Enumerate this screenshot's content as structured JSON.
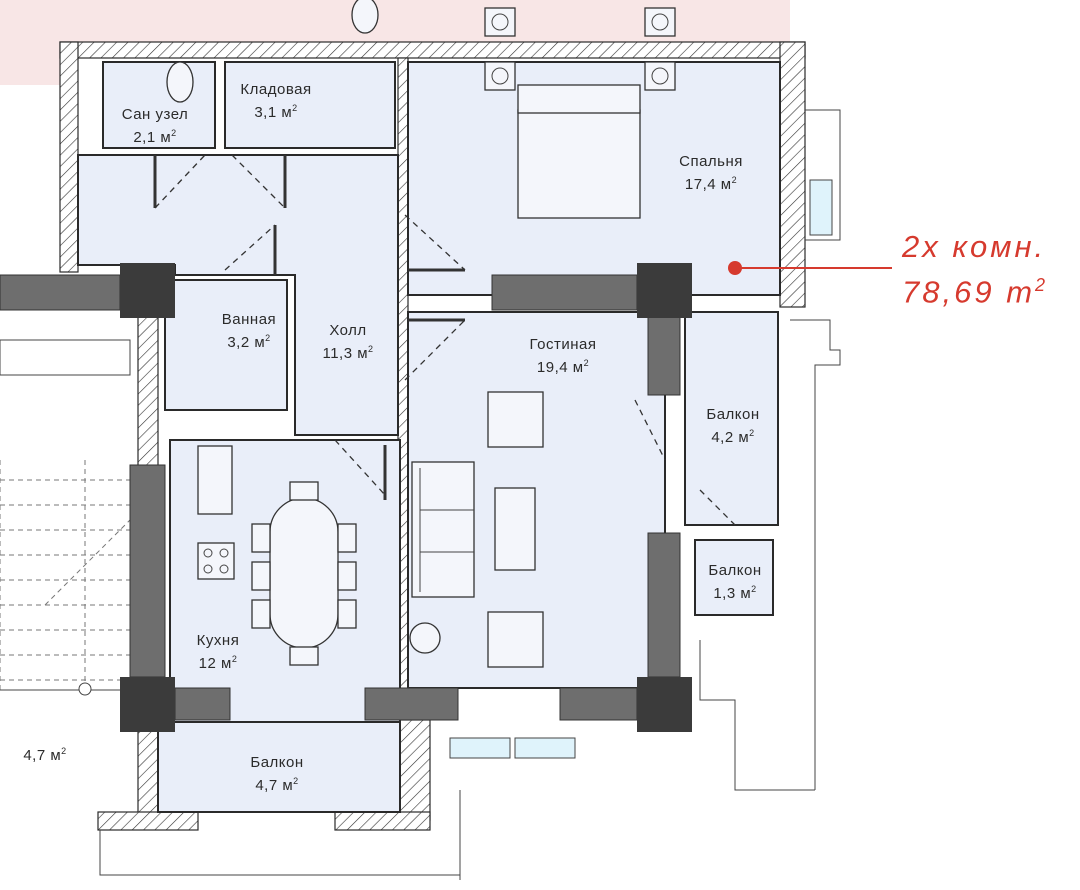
{
  "rooms": [
    {
      "name": "Сан узел",
      "area": "2,1 м",
      "sup": "2"
    },
    {
      "name": "Кладовая",
      "area": "3,1 м",
      "sup": "2"
    },
    {
      "name": "Спальня",
      "area": "17,4 м",
      "sup": "2"
    },
    {
      "name": "Ванная",
      "area": "3,2 м",
      "sup": "2"
    },
    {
      "name": "Холл",
      "area": "11,3 м",
      "sup": "2"
    },
    {
      "name": "Гостиная",
      "area": "19,4 м",
      "sup": "2"
    },
    {
      "name": "Балкон",
      "area": "4,2 м",
      "sup": "2"
    },
    {
      "name": "Балкон",
      "area": "1,3 м",
      "sup": "2"
    },
    {
      "name": "Кухня",
      "area": "12 м",
      "sup": "2"
    },
    {
      "name": "Балкон",
      "area": "4,7 м",
      "sup": "2"
    }
  ],
  "neighbor_area": {
    "area": "4,7 м",
    "sup": "2"
  },
  "callout": {
    "line1": "2x комн.",
    "line2": "78,69 m",
    "sup": "2"
  },
  "colors": {
    "accent": "#d63a2e",
    "room_fill": "#e9eef9",
    "neighbor_fill": "#f8e6e6",
    "column": "#3b3b3b",
    "wall_grey": "#6e6e6e"
  }
}
